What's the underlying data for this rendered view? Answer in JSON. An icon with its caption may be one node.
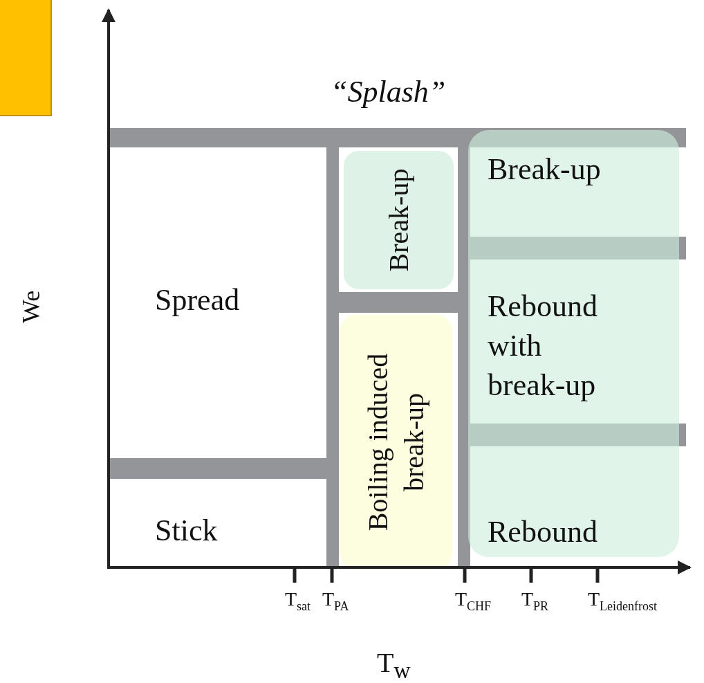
{
  "diagram": {
    "nodes": [
      {
        "text": [],
        "shape": "box"
      },
      {
        "text": [
          "Break-up"
        ]
      },
      {
        "text": [
          "Boiling induced break-up"
        ]
      },
      {
        "text": [
          "Break-up",
          "Rebound with break-up",
          "Rebound"
        ]
      }
    ],
    "edges": [],
    "labels": [
      "“Splash”",
      "Spread",
      "Stick",
      "We",
      "T$_{sat}$",
      "T$_{PA}$",
      "T$_{CHF}$",
      "T$_{PR}$",
      "T$_{Leidenfrost}$",
      "T$_{w}$"
    ]
  }
}
